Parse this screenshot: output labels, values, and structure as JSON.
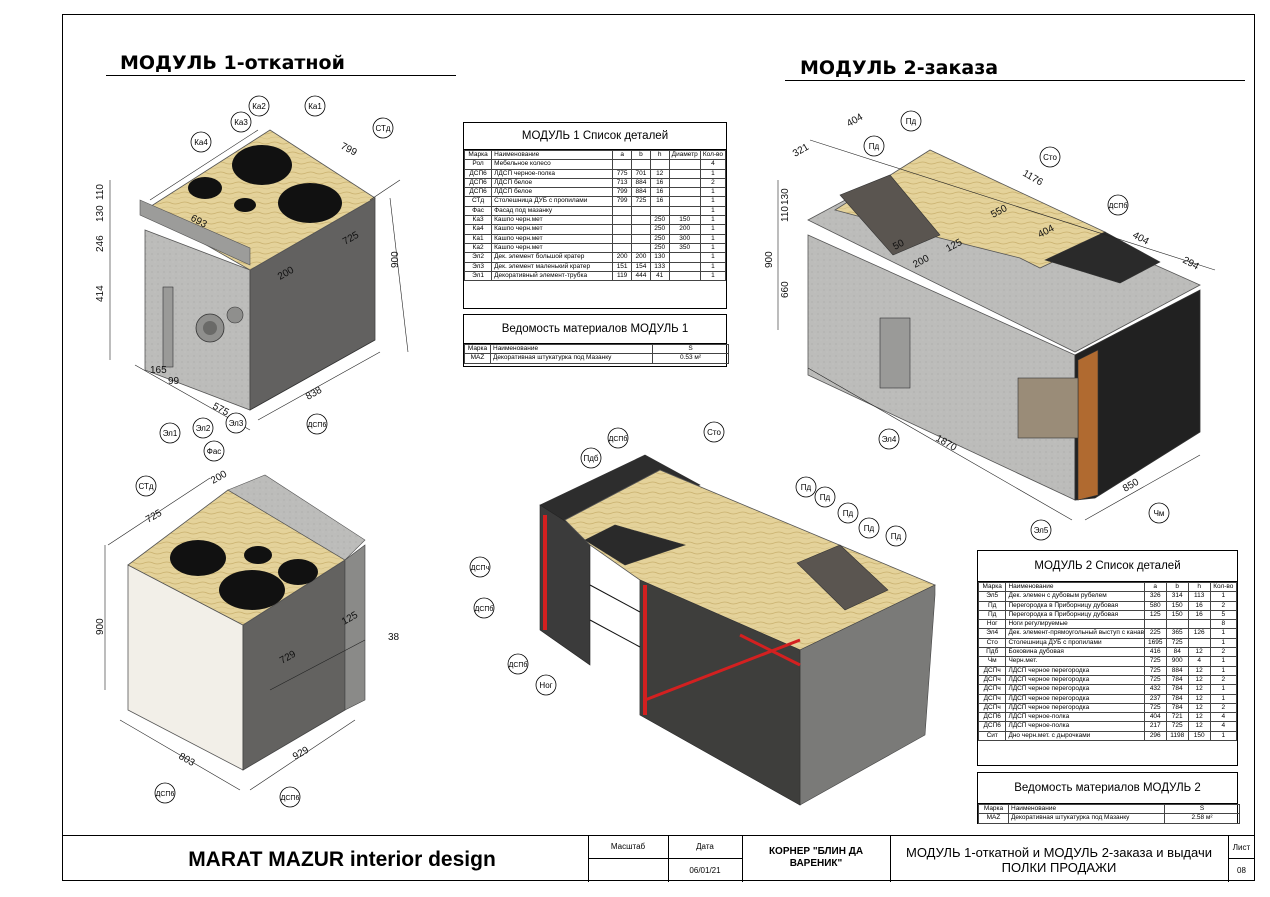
{
  "titles": {
    "module1": "МОДУЛЬ 1-откатной",
    "module2": "МОДУЛЬ 2-заказа"
  },
  "labels": {
    "ka4": "Ка4",
    "ka3": "Ка3",
    "ka2": "Ка2",
    "ka1": "Ка1",
    "sta_top": "СТд",
    "el1": "Эл1",
    "el2": "Эл2",
    "el3": "Эл3",
    "fas": "Фас",
    "dsp6_a": "ДСП6",
    "sta_bottom": "СТд",
    "dsp6_b": "ДСП6",
    "dsp6_c": "ДСП6",
    "pd1": "Пд",
    "pd2": "Пд",
    "sto_top": "Сто",
    "dspch_top": "ДСПб",
    "el4": "Эл4",
    "el5": "Эл5",
    "chm": "Чм",
    "pdb": "Пдб",
    "dspb_mid": "ДСПб",
    "sto_mid": "Сто",
    "dspch1": "ДСПч",
    "dspch2": "ДСПб",
    "dspch3": "ДСПб",
    "nog": "Ног",
    "pd3": "Пд",
    "pd4": "Пд",
    "pd5": "Пд",
    "pd6": "Пд",
    "pd7": "Пд"
  },
  "dims": {
    "m1": {
      "d799": "799",
      "d693": "693",
      "d725": "725",
      "d200": "200",
      "d900": "900",
      "d110": "110",
      "d130": "130",
      "d246": "246",
      "d414": "414",
      "d165": "165",
      "d99": "99",
      "d575": "575",
      "d838": "838"
    },
    "m1b": {
      "d725": "725",
      "d200": "200",
      "d900": "900",
      "d125": "125",
      "d38": "38",
      "d729": "729",
      "d803": "803",
      "d929": "929"
    },
    "m2": {
      "d404a": "404",
      "d321": "321",
      "d1176": "1176",
      "d550": "550",
      "d404b": "404",
      "d125": "125",
      "d50": "50",
      "d200": "200",
      "d404c": "404",
      "d294": "294",
      "d110": "110",
      "d130": "130",
      "d900": "900",
      "d660": "660",
      "d1870": "1870",
      "d850": "850"
    }
  },
  "table1": {
    "caption": "МОДУЛЬ 1  Список деталей",
    "headers": [
      "Марка",
      "Наименование",
      "a",
      "b",
      "h",
      "Диаметр",
      "Кол-во"
    ],
    "rows": [
      [
        "Рол",
        "Мебельное колесо",
        "",
        "",
        "",
        "",
        "4"
      ],
      [
        "ДСП6",
        "ЛДСП черное-полка",
        "775",
        "701",
        "12",
        "",
        "1"
      ],
      [
        "ДСП6",
        "ЛДСП белое",
        "713",
        "884",
        "16",
        "",
        "2"
      ],
      [
        "ДСП6",
        "ЛДСП белое",
        "799",
        "884",
        "16",
        "",
        "1"
      ],
      [
        "СТд",
        "Столешница ДУБ с пропилами",
        "799",
        "725",
        "16",
        "",
        "1"
      ],
      [
        "Фас",
        "Фасад под мазанку",
        "",
        "",
        "",
        "",
        "1"
      ],
      [
        "Ка3",
        "Кашпо черн.мет",
        "",
        "",
        "250",
        "150",
        "1"
      ],
      [
        "Ка4",
        "Кашпо черн.мет",
        "",
        "",
        "250",
        "200",
        "1"
      ],
      [
        "Ка1",
        "Кашпо черн.мет",
        "",
        "",
        "250",
        "300",
        "1"
      ],
      [
        "Ка2",
        "Кашпо черн.мет",
        "",
        "",
        "250",
        "350",
        "1"
      ],
      [
        "Эл2",
        "Дек. элемент большой кратер",
        "200",
        "200",
        "130",
        "",
        "1"
      ],
      [
        "Эл3",
        "Дек. элемент маленький кратер",
        "151",
        "154",
        "133",
        "",
        "1"
      ],
      [
        "Эл1",
        "Декоративный элемент-трубка",
        "119",
        "444",
        "41",
        "",
        "1"
      ]
    ]
  },
  "materials1": {
    "caption": "Ведомость материалов МОДУЛЬ 1",
    "headers": [
      "Марка",
      "Наименование",
      "S"
    ],
    "rows": [
      [
        "MAZ",
        "Декоративная штукатурка под Мазанку",
        "0.53 м²"
      ]
    ]
  },
  "table2": {
    "caption": "МОДУЛЬ 2 Список деталей",
    "headers": [
      "Марка",
      "Наименование",
      "a",
      "b",
      "h",
      "Кол-во"
    ],
    "rows": [
      [
        "Эл5",
        "Дек. элемен с дубовым рубелем",
        "326",
        "314",
        "113",
        "1"
      ],
      [
        "Пд",
        "Перегородка в Приборницу дубовая",
        "580",
        "150",
        "16",
        "2"
      ],
      [
        "Пд",
        "Перегородка в Приборницу дубовая",
        "125",
        "150",
        "16",
        "5"
      ],
      [
        "Ног",
        "Ноги регулируемые",
        "",
        "",
        "",
        "8"
      ],
      [
        "Эл4",
        "Дек. элемент-прямоугольный выступ с канавкой",
        "225",
        "365",
        "126",
        "1"
      ],
      [
        "Сто",
        "Столешница ДУБ с пропилами",
        "1695",
        "725",
        "",
        "1"
      ],
      [
        "Пдб",
        "Боковина дубовая",
        "416",
        "84",
        "12",
        "2"
      ],
      [
        "Чм",
        "Черн.мет.",
        "725",
        "900",
        "4",
        "1"
      ],
      [
        "ДСПч",
        "ЛДСП черное перегородка",
        "725",
        "884",
        "12",
        "1"
      ],
      [
        "ДСПч",
        "ЛДСП черное перегородка",
        "725",
        "784",
        "12",
        "2"
      ],
      [
        "ДСПч",
        "ЛДСП черное перегородка",
        "432",
        "784",
        "12",
        "1"
      ],
      [
        "ДСПч",
        "ЛДСП черное перегородка",
        "237",
        "784",
        "12",
        "1"
      ],
      [
        "ДСПч",
        "ЛДСП черное перегородка",
        "725",
        "784",
        "12",
        "2"
      ],
      [
        "ДСП6",
        "ЛДСП черное-полка",
        "404",
        "721",
        "12",
        "4"
      ],
      [
        "ДСП6",
        "ЛДСП черное-полка",
        "217",
        "725",
        "12",
        "4"
      ],
      [
        "Сит",
        "Дно черн.мет. с дырочками",
        "296",
        "1198",
        "150",
        "1"
      ]
    ]
  },
  "materials2": {
    "caption": "Ведомость материалов МОДУЛЬ 2",
    "headers": [
      "Марка",
      "Наименование",
      "S"
    ],
    "rows": [
      [
        "MAZ",
        "Декоративная штукатурка под Мазанку",
        "2.58 м²"
      ]
    ]
  },
  "stamp": {
    "studio": "MARAT MAZUR interior design",
    "scale_label": "Масштаб",
    "date_label": "Дата",
    "date_value": "06/01/21",
    "project": "КОРНЕР \"БЛИН ДА ВАРЕНИК\"",
    "sheet_title": "МОДУЛЬ 1-откатной и МОДУЛЬ 2-заказа и выдачи  ПОЛКИ ПРОДАЖИ",
    "sheet_label": "Лист",
    "sheet_value": "08"
  },
  "colors": {
    "concrete": "#b9b9b7",
    "wood": "#e4d29a",
    "dark": "#5f5e5c",
    "black": "#1e1e1e",
    "red": "#d32020",
    "white": "#f2efe8"
  }
}
